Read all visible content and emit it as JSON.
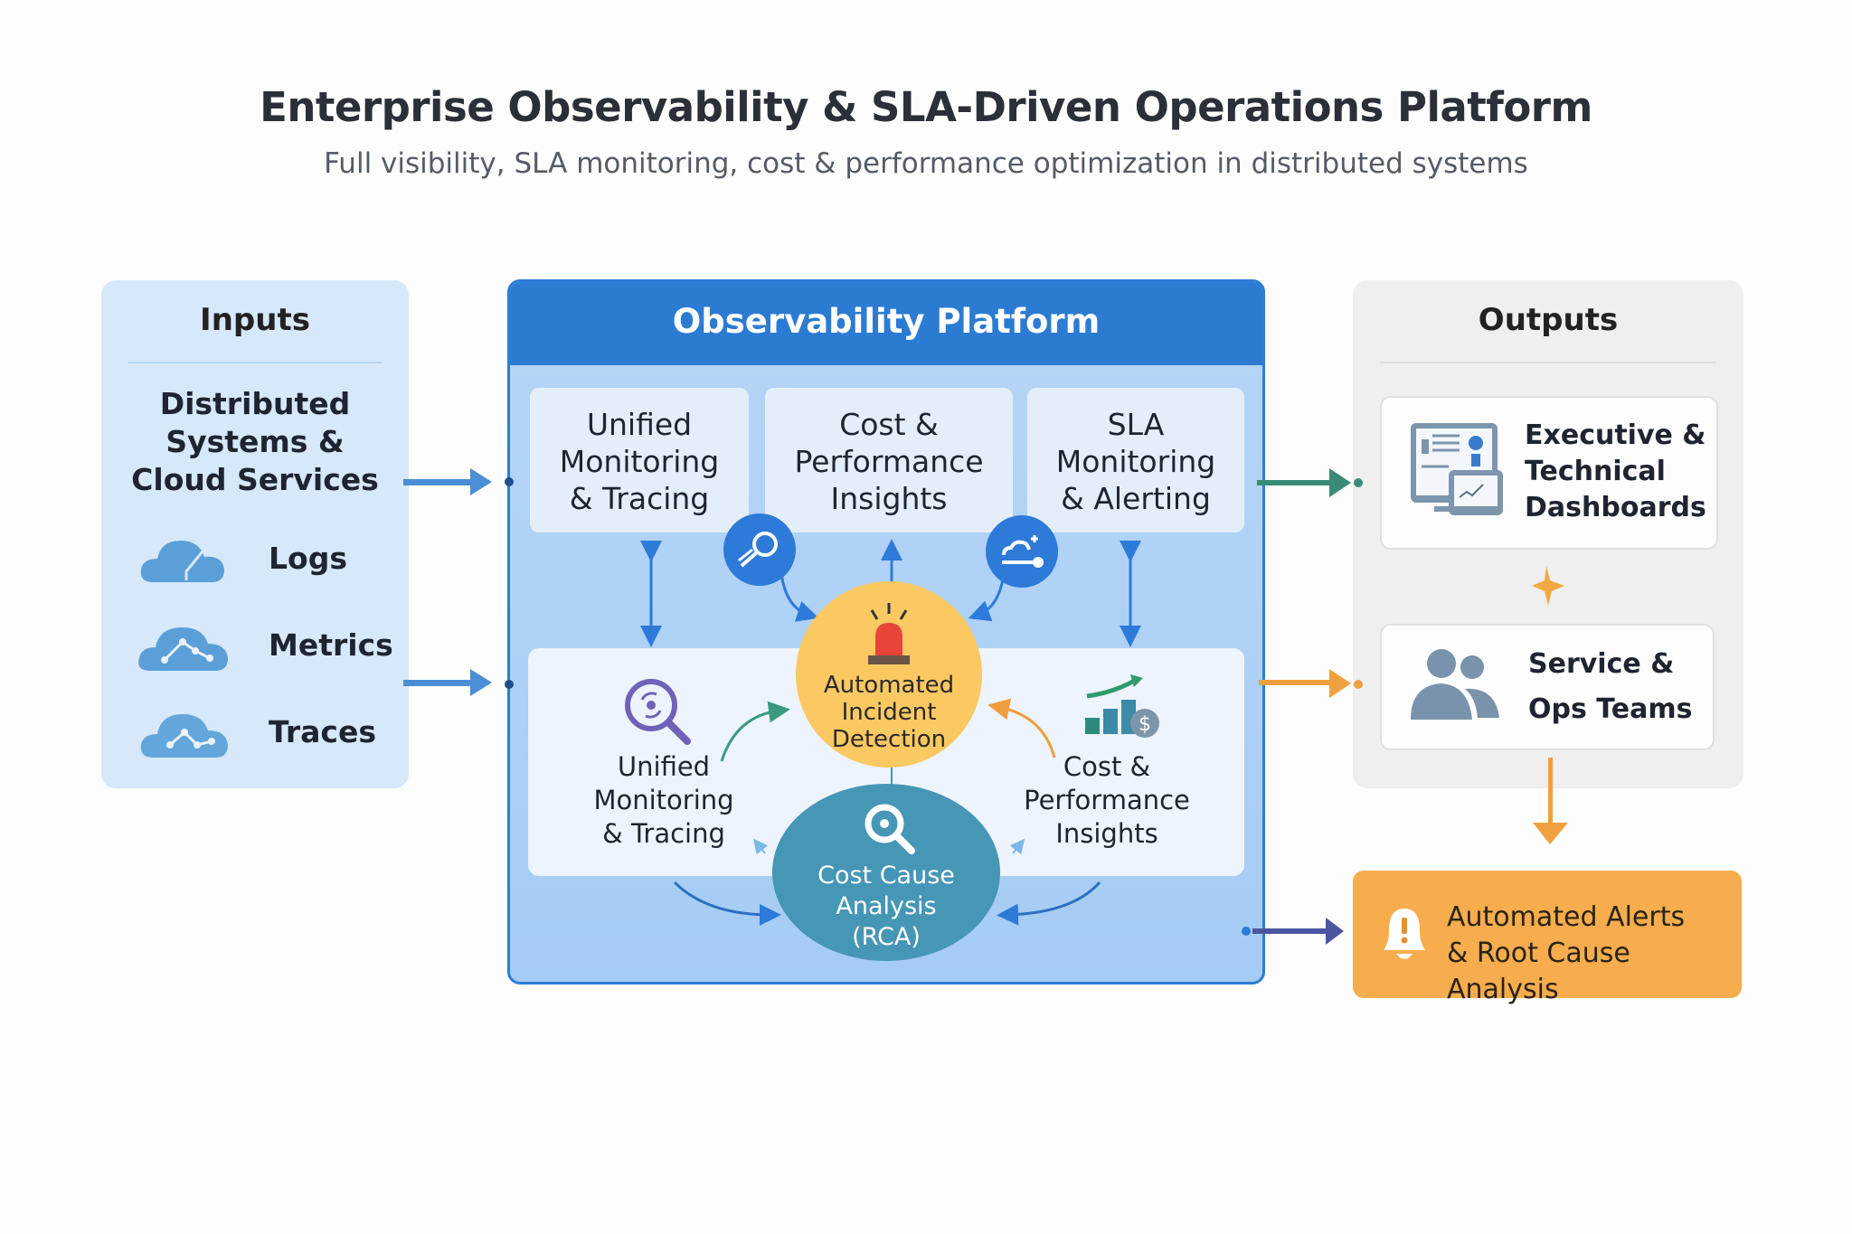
{
  "header": {
    "title": "Enterprise Observability & SLA-Driven Operations Platform",
    "subtitle": "Full visibility, SLA monitoring, cost & performance optimization in distributed systems"
  },
  "inputs": {
    "heading": "Inputs",
    "source": "Distributed Systems & Cloud Services",
    "source_lines": [
      "Distributed",
      "Systems &",
      "Cloud Services"
    ],
    "items": [
      {
        "label": "Logs",
        "icon": "cloud-logs-icon"
      },
      {
        "label": "Metrics",
        "icon": "cloud-metrics-icon"
      },
      {
        "label": "Traces",
        "icon": "cloud-traces-icon"
      }
    ]
  },
  "platform": {
    "heading": "Observability Platform",
    "top_boxes": [
      {
        "lines": [
          "Unified",
          "Monitoring",
          "& Tracing"
        ]
      },
      {
        "lines": [
          "Cost &",
          "Performance",
          "Insights"
        ]
      },
      {
        "lines": [
          "SLA",
          "Monitoring",
          "& Alerting"
        ]
      }
    ],
    "connector_icons": [
      "key-search-icon",
      "cloud-sla-icon"
    ],
    "incident": {
      "lines": [
        "Automated",
        "Incident",
        "Detection"
      ],
      "icon": "siren-icon"
    },
    "rca": {
      "lines": [
        "Cost Cause",
        "Analysis",
        "(RCA)"
      ],
      "icon": "magnifier-icon"
    },
    "left_module": {
      "lines": [
        "Unified",
        "Monitoring",
        "& Tracing"
      ],
      "icon": "target-magnifier-icon"
    },
    "right_module": {
      "lines": [
        "Cost &",
        "Performance",
        "Insights"
      ],
      "icon": "growth-cost-icon"
    }
  },
  "outputs": {
    "heading": "Outputs",
    "cards": [
      {
        "lines": [
          "Executive &",
          "Technical",
          "Dashboards"
        ],
        "icon": "dashboard-icon"
      },
      {
        "lines": [
          "Service &",
          "Ops Teams"
        ],
        "icon": "team-icon"
      }
    ],
    "alerts": {
      "lines": [
        "Automated Alerts",
        "& Root Cause Analysis"
      ],
      "icon": "bell-alert-icon"
    }
  },
  "colors": {
    "platform_blue": "#2b7bd3",
    "input_panel": "#d6e8f9",
    "output_panel": "#efefef",
    "incident": "#fbc862",
    "rca": "#4696b6",
    "alerts": "#f7ac4d",
    "arrow_teal": "#3a8a78",
    "arrow_orange": "#f0a040",
    "arrow_indigo": "#4a56a0"
  }
}
